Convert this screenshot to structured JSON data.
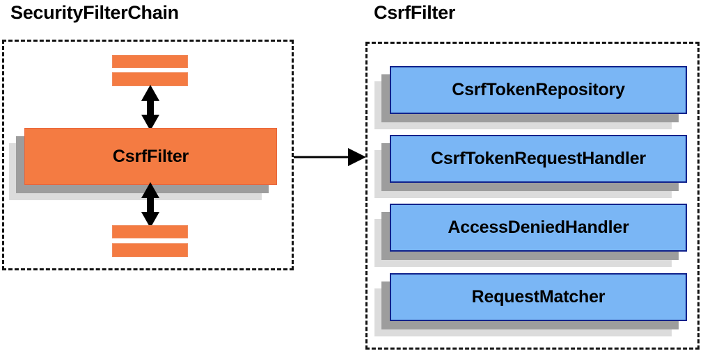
{
  "diagram": {
    "background": "#ffffff",
    "colors": {
      "orange_fill": "#f47b42",
      "orange_border": "#e8653a",
      "blue_fill": "#7ab6f5",
      "blue_border": "#11228b",
      "shadow_near": "#9d9d9d",
      "shadow_far": "#dcdcdc",
      "stroke": "#000000",
      "dashed_border": "#111111"
    }
  },
  "left_panel": {
    "title": "SecurityFilterChain",
    "main_node": {
      "label": "CsrfFilter"
    },
    "top_bars": [
      {
        "name": "filter-bar-top-1"
      },
      {
        "name": "filter-bar-top-2"
      }
    ],
    "bottom_bars": [
      {
        "name": "filter-bar-bottom-1"
      },
      {
        "name": "filter-bar-bottom-2"
      }
    ],
    "arrows": [
      {
        "name": "arrow-up-down-top",
        "kind": "double-vertical"
      },
      {
        "name": "arrow-up-down-bottom",
        "kind": "double-vertical"
      }
    ]
  },
  "connector": {
    "name": "arrow-left-panel-to-right-panel",
    "kind": "single-horizontal-right"
  },
  "right_panel": {
    "title": "CsrfFilter",
    "collaborators": [
      {
        "label": "CsrfTokenRepository"
      },
      {
        "label": "CsrfTokenRequestHandler"
      },
      {
        "label": "AccessDeniedHandler"
      },
      {
        "label": "RequestMatcher"
      }
    ]
  }
}
